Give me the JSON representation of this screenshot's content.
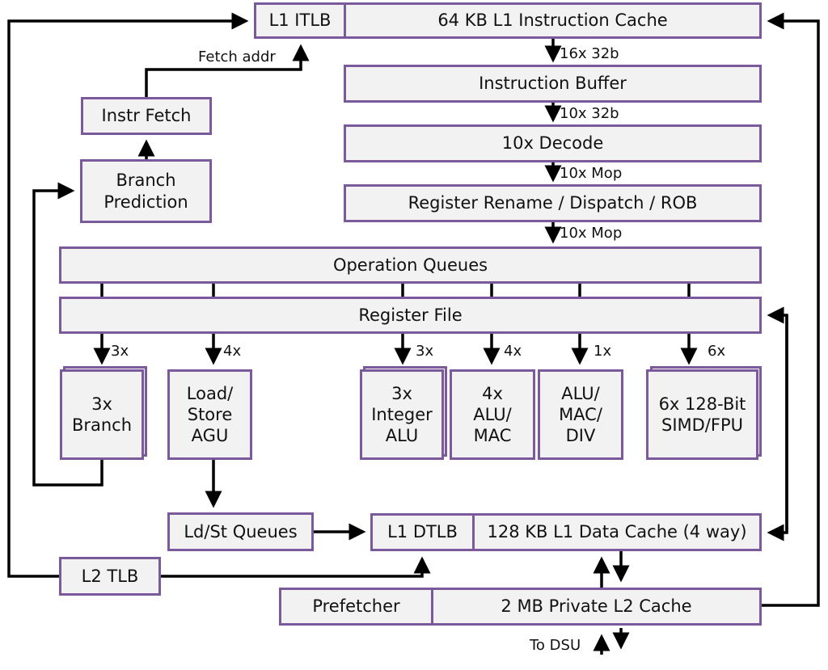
{
  "diagram": {
    "colors": {
      "box_border": "#7b5a9b",
      "box_fill": "#f2f2f2",
      "wire": "#000000"
    },
    "front_end": {
      "l1_itlb": "L1 ITLB",
      "l1_icache": "64 KB L1 Instruction Cache",
      "instr_fetch": "Instr Fetch",
      "branch_prediction": "Branch\nPrediction",
      "fetch_addr_label": "Fetch addr",
      "instruction_buffer": "Instruction Buffer",
      "decode": "10x Decode",
      "rename": "Register Rename / Dispatch / ROB",
      "link_labels": [
        "16x 32b",
        "10x 32b",
        "10x Mop",
        "10x Mop"
      ]
    },
    "back_end": {
      "operation_queues": "Operation Queues",
      "register_file": "Register File",
      "units": [
        {
          "label": "3x\nBranch",
          "count_label": "3x",
          "stacked": true
        },
        {
          "label": "Load/\nStore\nAGU",
          "count_label": "4x",
          "stacked": false
        },
        {
          "label": "3x\nInteger\nALU",
          "count_label": "3x",
          "stacked": true
        },
        {
          "label": "4x\nALU/\nMAC",
          "count_label": "4x",
          "stacked": false
        },
        {
          "label": "ALU/\nMAC/\nDIV",
          "count_label": "1x",
          "stacked": false
        },
        {
          "label": "6x 128-Bit\nSIMD/FPU",
          "count_label": "6x",
          "stacked": true
        }
      ]
    },
    "memory": {
      "ldst_queues": "Ld/St Queues",
      "l1_dtlb": "L1 DTLB",
      "l1_dcache": "128 KB L1 Data Cache (4 way)",
      "l2_tlb": "L2 TLB",
      "prefetcher": "Prefetcher",
      "l2_cache": "2 MB Private L2 Cache",
      "to_dsu_label": "To DSU"
    }
  }
}
